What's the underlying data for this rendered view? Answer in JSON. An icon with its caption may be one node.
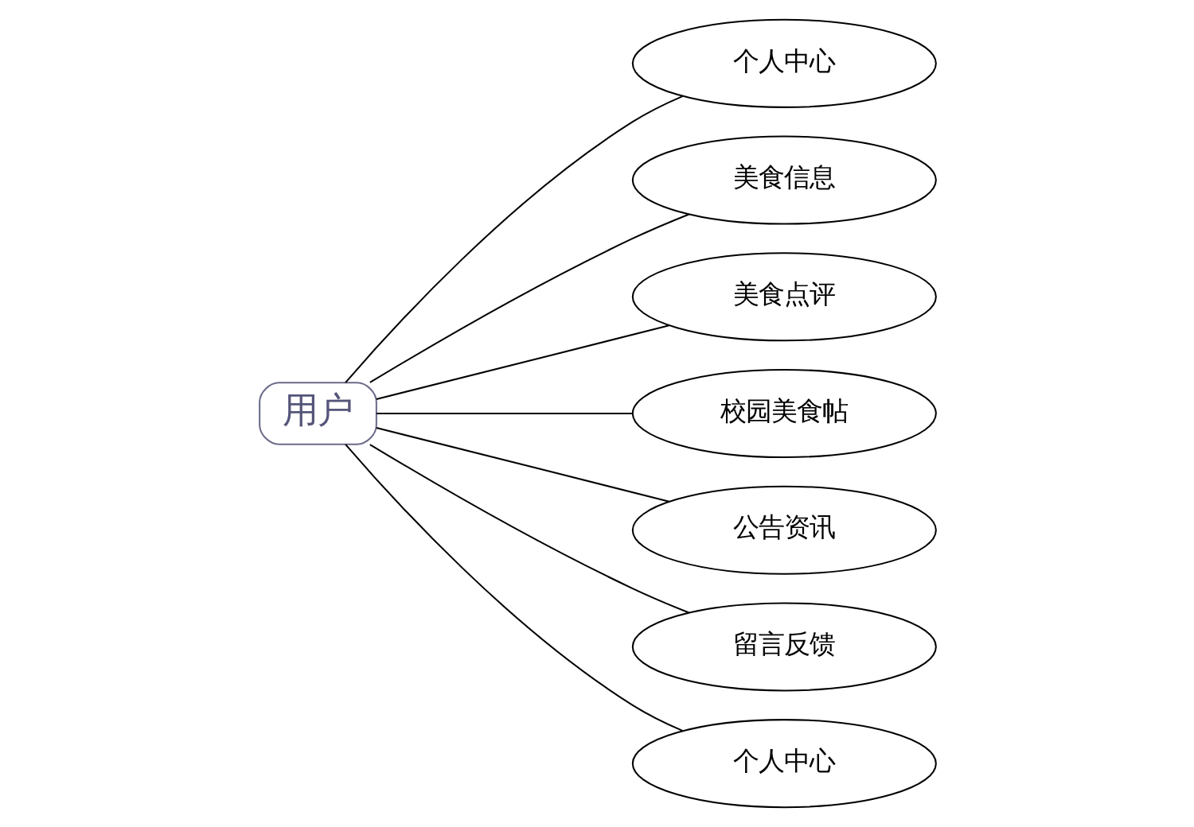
{
  "diagram": {
    "nodes": [
      {
        "text": [
          "用户"
        ]
      },
      {
        "text": [
          "个人中心"
        ]
      },
      {
        "text": [
          "美食信息"
        ]
      },
      {
        "text": [
          "美食点评"
        ]
      },
      {
        "text": [
          "校园美食帖"
        ]
      },
      {
        "text": [
          "公告资讯"
        ]
      },
      {
        "text": [
          "留言反馈"
        ]
      },
      {
        "text": [
          "个人中心"
        ]
      }
    ],
    "edges": [
      {
        "from": 0,
        "to": 1,
        "arrow": "none"
      },
      {
        "from": 0,
        "to": 2,
        "arrow": "none"
      },
      {
        "from": 0,
        "to": 3,
        "arrow": "none"
      },
      {
        "from": 0,
        "to": 4,
        "arrow": "none"
      },
      {
        "from": 0,
        "to": 5,
        "arrow": "none"
      },
      {
        "from": 0,
        "to": 6,
        "arrow": "none"
      },
      {
        "from": 0,
        "to": 7,
        "arrow": "none"
      }
    ]
  }
}
